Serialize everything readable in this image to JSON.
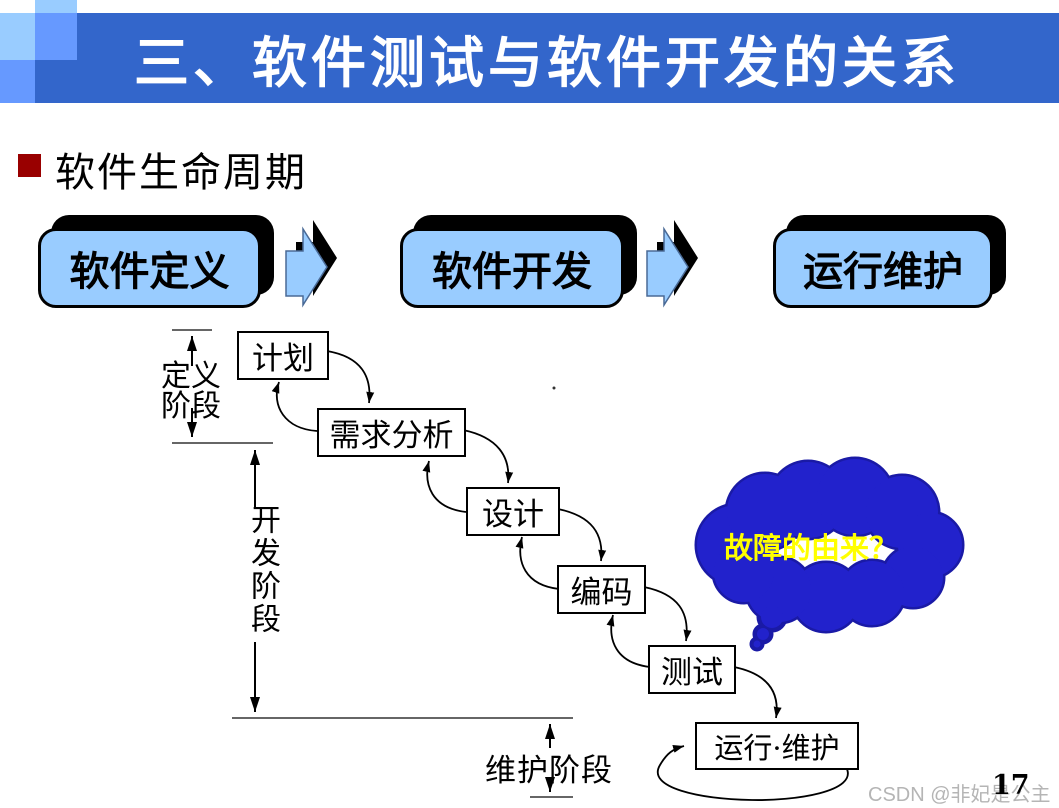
{
  "slide": {
    "title": "三、软件测试与软件开发的关系",
    "section_heading": "软件生命周期",
    "page_number": "17",
    "watermark": "CSDN @非妃是公主"
  },
  "lifecycle_phases": [
    {
      "label": "软件定义"
    },
    {
      "label": "软件开发"
    },
    {
      "label": "运行维护"
    }
  ],
  "waterfall": {
    "stages": [
      {
        "label": "计划"
      },
      {
        "label": "需求分析"
      },
      {
        "label": "设计"
      },
      {
        "label": "编码"
      },
      {
        "label": "测试"
      },
      {
        "label": "运行·维护"
      }
    ],
    "phase_brackets": [
      {
        "label": "定义阶段"
      },
      {
        "label": "开发阶段"
      },
      {
        "label": "维护阶段"
      }
    ]
  },
  "callout": {
    "label": "故障的由来？"
  },
  "colors": {
    "header_bar": "#3366CB",
    "accent_light_blue": "#99CCFF",
    "accent_medium_blue": "#6699FF",
    "bullet_red": "#990000",
    "box_fill_blue": "#99CCFF",
    "cloud_fill": "#2222CC",
    "cloud_border": "#1A1AA6",
    "callout_text": "#FFFF00",
    "watermark_gray": "#B5B5B5"
  }
}
